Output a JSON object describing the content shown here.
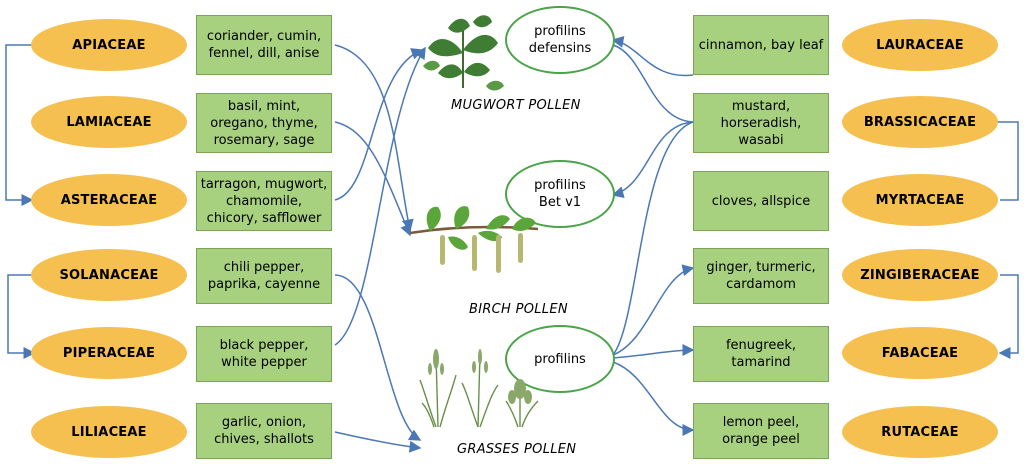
{
  "left_families": {
    "apiaceae": "APIACEAE",
    "lamiaceae": "LAMIACEAE",
    "asteraceae": "ASTERACEAE",
    "solanaceae": "SOLANACEAE",
    "piperaceae": "PIPERACEAE",
    "liliaceae": "LILIACEAE"
  },
  "left_spices": {
    "apiaceae": "coriander, cumin,\nfennel, dill, anise",
    "lamiaceae": "basil, mint,\noregano, thyme,\nrosemary, sage",
    "asteraceae": "tarragon, mugwort,\nchamomile,\nchicory, safflower",
    "solanaceae": "chili pepper,\npaprika, cayenne",
    "piperaceae": "black pepper,\nwhite pepper",
    "liliaceae": "garlic, onion,\nchives, shallots"
  },
  "right_families": {
    "lauraceae": "LAURACEAE",
    "brassicaceae": "BRASSICACEAE",
    "myrtaceae": "MYRTACEAE",
    "zingiberaceae": "ZINGIBERACEAE",
    "fabaceae": "FABACEAE",
    "rutaceae": "RUTACEAE"
  },
  "right_spices": {
    "lauraceae": "cinnamon, bay leaf",
    "brassicaceae": "mustard,\nhorseradish,\nwasabi",
    "myrtaceae": "cloves, allspice",
    "zingiberaceae": "ginger, turmeric,\ncardamom",
    "fabaceae": "fenugreek,\ntamarind",
    "rutaceae": "lemon peel,\norange peel"
  },
  "allergens": {
    "mugwort": "profilins\ndefensins",
    "birch": "profilins\nBet v1",
    "grasses": "profilins"
  },
  "pollen_labels": {
    "mugwort": "MUGWORT POLLEN",
    "birch": "BIRCH POLLEN",
    "grasses": "GRASSES  POLLEN"
  },
  "colors": {
    "family_fill": "#f5c04f",
    "spice_fill": "#a7d07f",
    "allergen_border": "#4aa448",
    "arrow": "#4a78b5"
  }
}
